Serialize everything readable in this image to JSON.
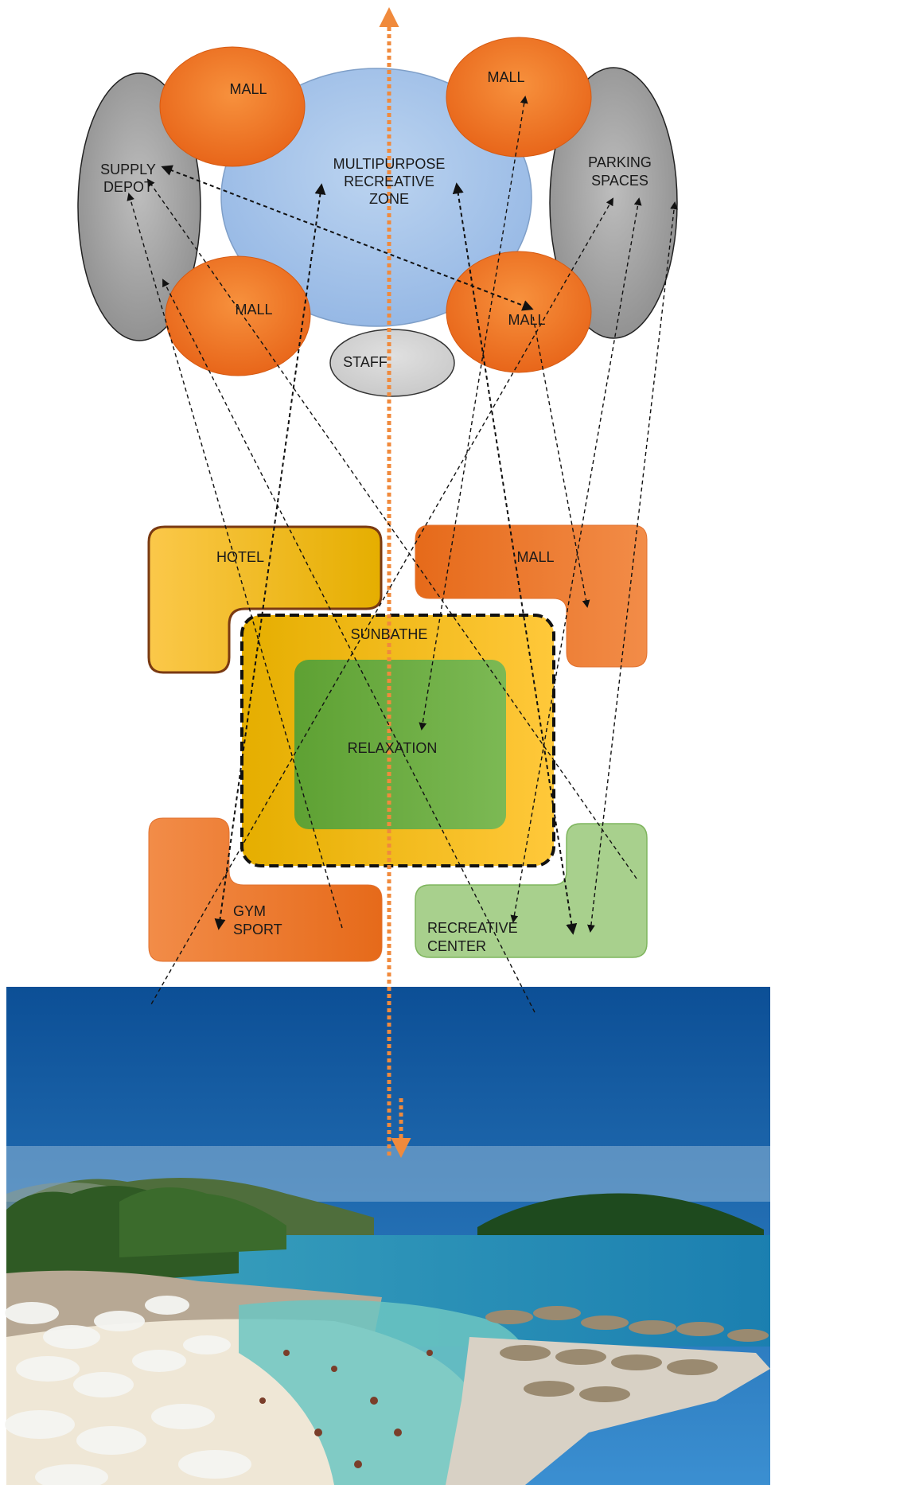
{
  "zones": {
    "mall_top_left": "MALL",
    "mall_top_right": "MALL",
    "mall_bottom_left": "MALL",
    "mall_bottom_right": "MALL",
    "supply_depot": [
      "SUPPLY",
      "DEPOT"
    ],
    "multipurpose": [
      "MULTIPURPOSE",
      "RECREATIVE",
      "ZONE"
    ],
    "parking": [
      "PARKING",
      "SPACES"
    ],
    "staff": "STAFF",
    "hotel": "HOTEL",
    "mall_lower": "MALL",
    "sunbathe": "SUNBATHE",
    "relaxation": "RELAXATION",
    "gym_sport": [
      "GYM",
      "SPORT"
    ],
    "recreative_center": [
      "RECREATIVE",
      "CENTER"
    ]
  },
  "colors": {
    "mall_orange": "#f07a2a",
    "grey_zone": "#9b9b9b",
    "blue_zone": "#a9c6ea",
    "hotel_yellow": "#f6c02c",
    "sunbathe_yellow": "#f5b800",
    "relaxation_green": "#6aab3f",
    "recreative_green": "#a6d08a",
    "axis_orange": "#f08a3c",
    "sea_blue": "#1f73b5"
  }
}
